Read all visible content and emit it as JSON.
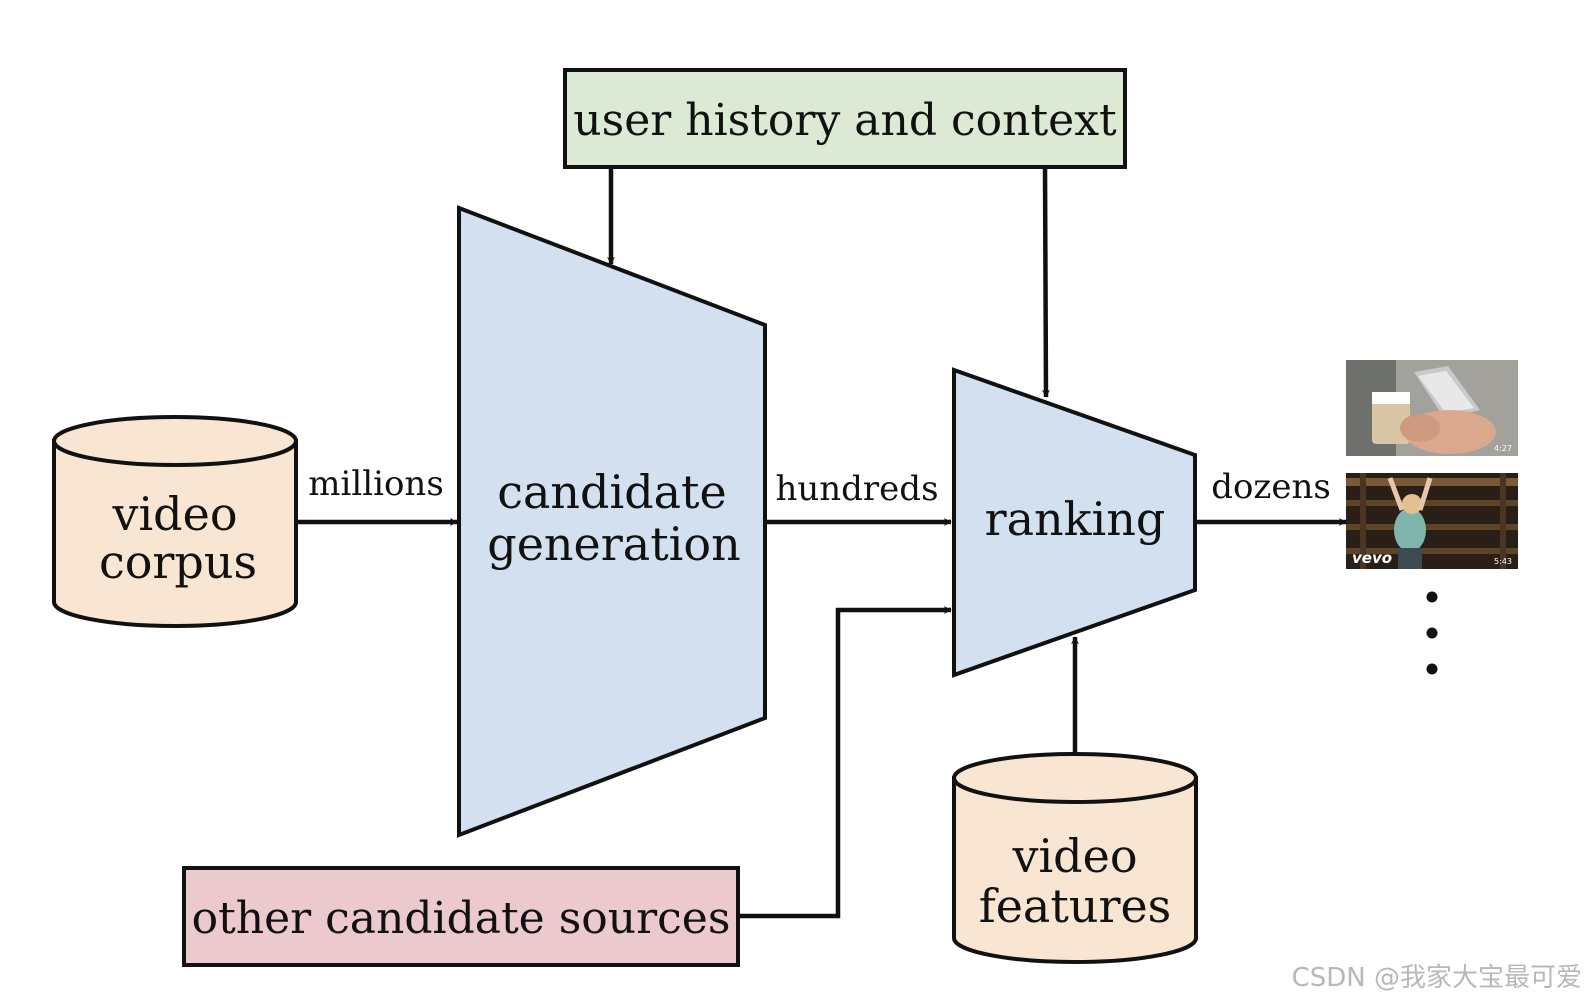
{
  "nodes": {
    "user_history": {
      "label": "user history and context",
      "fill": "#dce9d5"
    },
    "candidate_generation": {
      "label_line1": "candidate",
      "label_line2": "generation",
      "fill": "#d3e0f0"
    },
    "ranking": {
      "label": "ranking",
      "fill": "#d3e0f0"
    },
    "video_corpus": {
      "label_line1": "video",
      "label_line2": "corpus",
      "fill": "#f9e6d2"
    },
    "video_features": {
      "label_line1": "video",
      "label_line2": "features",
      "fill": "#f9e6d2"
    },
    "other_sources": {
      "label": "other candidate sources",
      "fill": "#ecc9cc"
    }
  },
  "edges": {
    "millions": "millions",
    "hundreds": "hundreds",
    "dozens": "dozens"
  },
  "thumbnails": {
    "first": {
      "duration": "4:27",
      "icon": "phone-video-thumbnail"
    },
    "second": {
      "brand": "vevo",
      "duration": "5:43",
      "icon": "music-video-thumbnail"
    }
  },
  "watermark": "CSDN @我家大宝最可爱"
}
